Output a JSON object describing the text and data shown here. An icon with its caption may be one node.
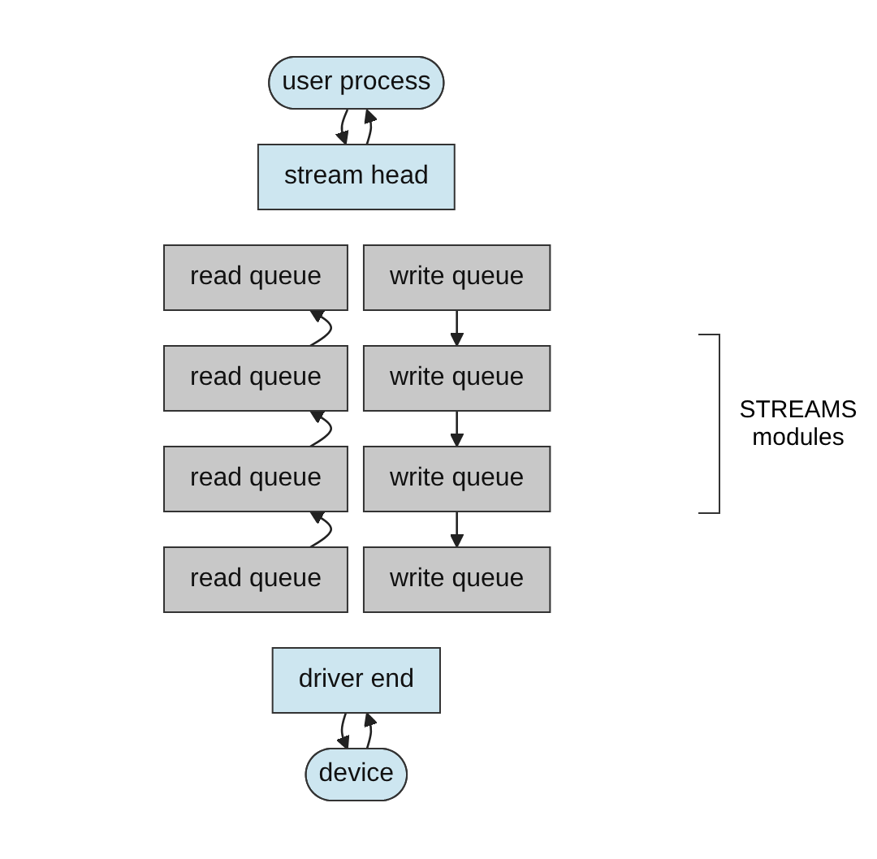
{
  "diagram": {
    "nodes": [
      {
        "text": [
          "user process"
        ]
      },
      {
        "text": [
          "stream head"
        ]
      },
      {
        "text": [
          "read queue"
        ]
      },
      {
        "text": [
          "write queue"
        ]
      },
      {
        "text": [
          "read queue"
        ]
      },
      {
        "text": [
          "write queue"
        ]
      },
      {
        "text": [
          "read queue"
        ]
      },
      {
        "text": [
          "write queue"
        ]
      },
      {
        "text": [
          "read queue"
        ]
      },
      {
        "text": [
          "write queue"
        ]
      },
      {
        "text": [
          "driver end"
        ]
      },
      {
        "text": [
          "device"
        ]
      }
    ],
    "edges": [
      {
        "from": 1,
        "to": 0,
        "arrow": "to"
      },
      {
        "from": 0,
        "to": 1,
        "arrow": "to"
      },
      {
        "from": 4,
        "to": 2,
        "arrow": "to"
      },
      {
        "from": 3,
        "to": 5,
        "arrow": "to"
      },
      {
        "from": 6,
        "to": 4,
        "arrow": "to"
      },
      {
        "from": 5,
        "to": 7,
        "arrow": "to"
      },
      {
        "from": 8,
        "to": 6,
        "arrow": "to"
      },
      {
        "from": 7,
        "to": 9,
        "arrow": "to"
      },
      {
        "from": 11,
        "to": 10,
        "arrow": "to"
      },
      {
        "from": 10,
        "to": 11,
        "arrow": "to"
      }
    ],
    "labels": [
      "STREAMS modules"
    ]
  }
}
